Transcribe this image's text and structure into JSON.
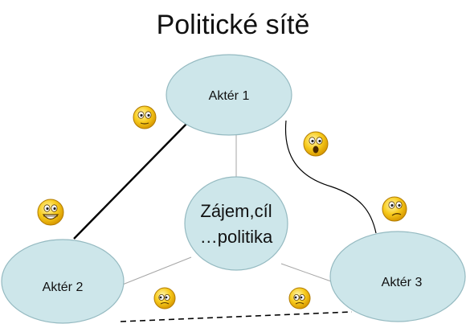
{
  "title": "Politické sítě",
  "nodes": {
    "actor1": {
      "label": "Aktér 1"
    },
    "actor2": {
      "label": "Aktér 2"
    },
    "actor3": {
      "label": "Aktér 3"
    },
    "center": {
      "line1": "Zájem,cíl",
      "line2": "…politika"
    }
  },
  "colors": {
    "node_fill": "#cde6ea",
    "node_stroke": "#95bac1",
    "edge_thin": "#a6a6a6",
    "edge_strong": "#000000",
    "smiley_fill": "#f6c417",
    "smiley_stroke": "#b07a00"
  },
  "relations": [
    {
      "from": "Aktér 1",
      "to": "Aktér 2",
      "style": "strong",
      "icon": "happy-smiley-icon"
    },
    {
      "from": "Aktér 1",
      "to": "Aktér 3",
      "style": "curved",
      "icon": "surprised-smiley-icon"
    },
    {
      "from": "Aktér 2",
      "to": "Aktér 3",
      "style": "dashed",
      "icon": "sad-smiley-icon"
    }
  ]
}
